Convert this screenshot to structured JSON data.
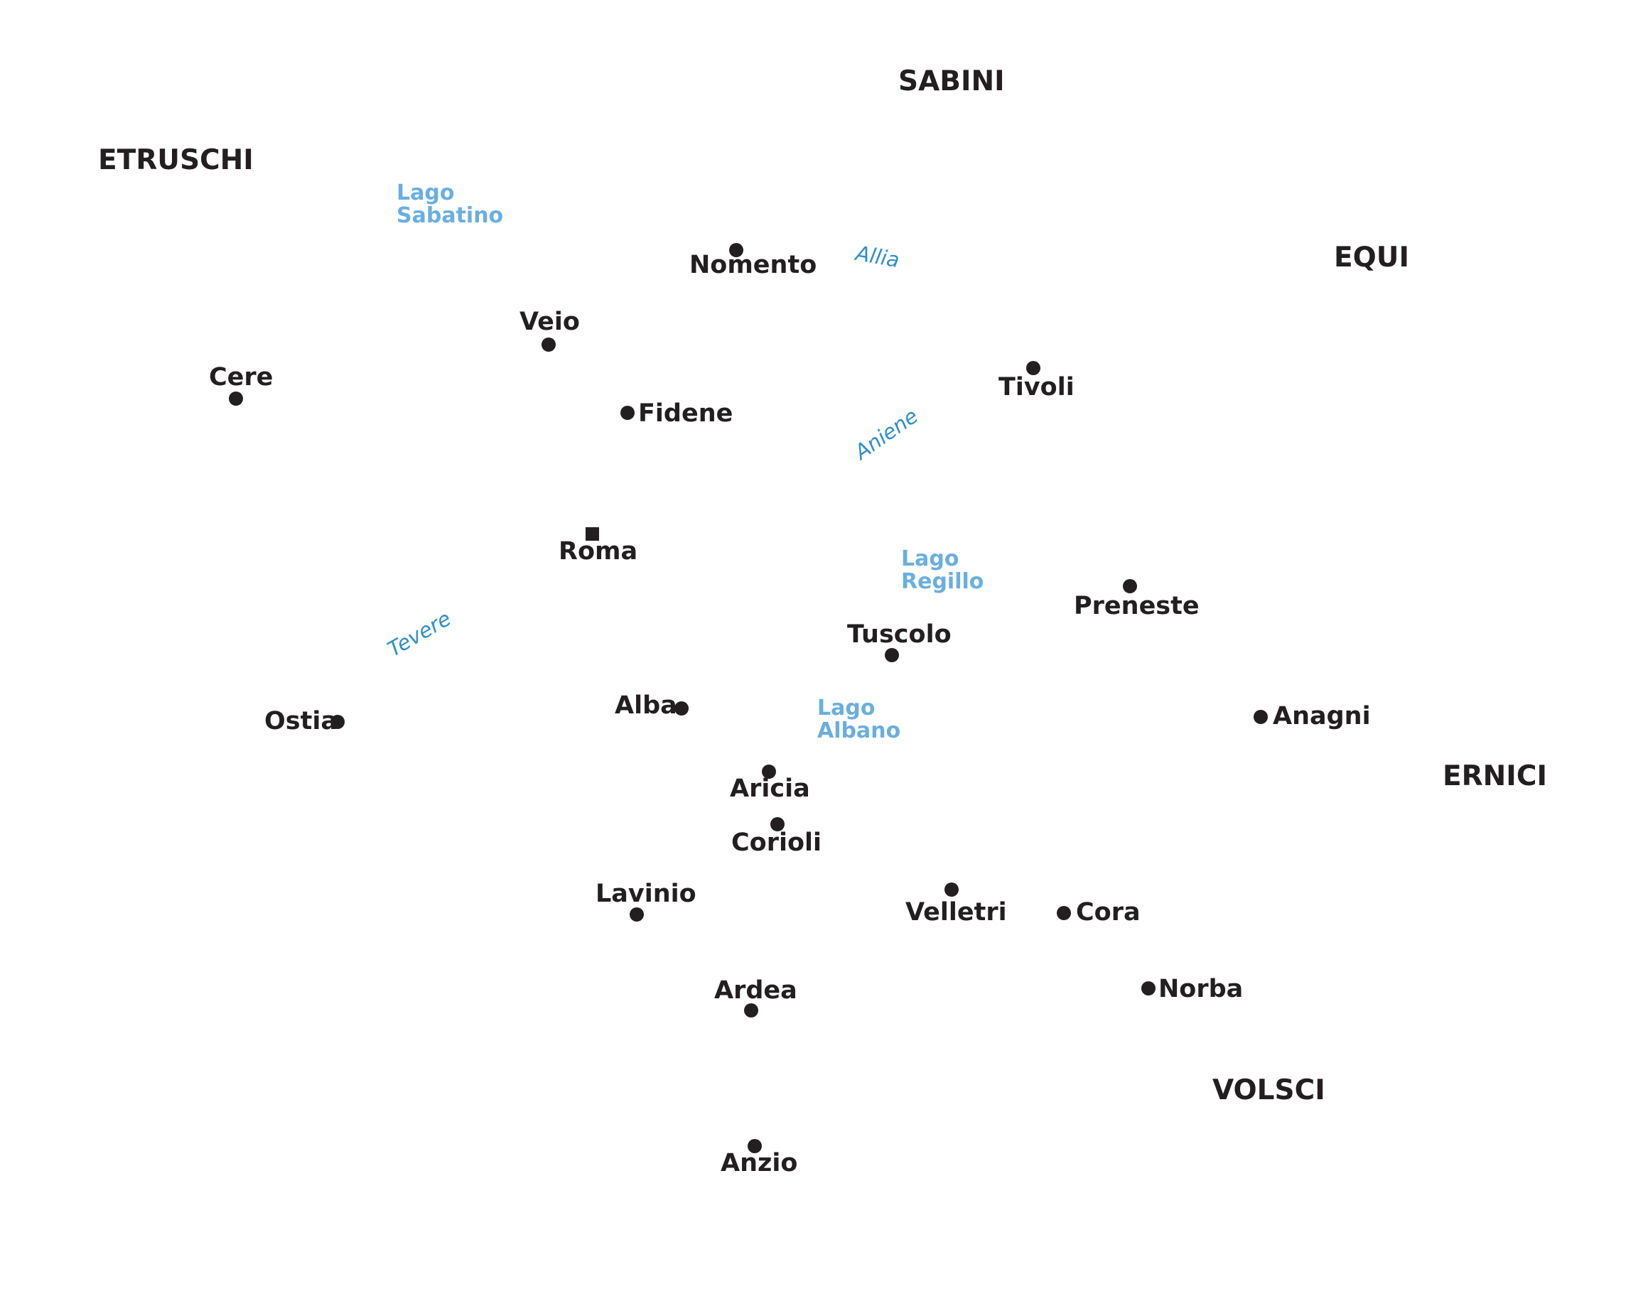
{
  "colors": {
    "text": "#231f20",
    "lake": "#6aafdf",
    "river": "#2f8fc8",
    "background": "#ffffff"
  },
  "peoples": {
    "sabini": "SABINI",
    "etruschi": "ETRUSCHI",
    "equi": "EQUI",
    "ernici": "ERNICI",
    "volsci": "VOLSCI"
  },
  "lakes": {
    "sabatino": {
      "line1": "Lago",
      "line2": "Sabatino"
    },
    "regillo": {
      "line1": "Lago",
      "line2": "Regillo"
    },
    "albano": {
      "line1": "Lago",
      "line2": "Albano"
    }
  },
  "rivers": {
    "allia": "Allia",
    "aniene": "Aniene",
    "tevere": "Tevere"
  },
  "cities": {
    "roma": "Roma",
    "nomento": "Nomento",
    "veio": "Veio",
    "cere": "Cere",
    "fidene": "Fidene",
    "tivoli": "Tivoli",
    "preneste": "Preneste",
    "tuscolo": "Tuscolo",
    "ostia": "Ostia",
    "alba": "Alba",
    "anagni": "Anagni",
    "aricia": "Aricia",
    "corioli": "Corioli",
    "lavinio": "Lavinio",
    "velletri": "Velletri",
    "cora": "Cora",
    "ardea": "Ardea",
    "norba": "Norba",
    "anzio": "Anzio"
  },
  "marker_icons": {
    "capital": "square-marker",
    "city": "circle-marker"
  }
}
